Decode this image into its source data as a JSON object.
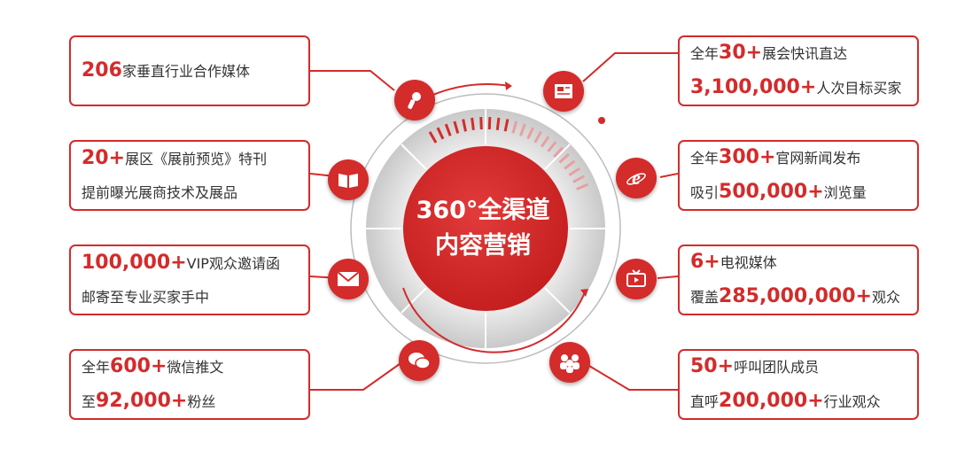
{
  "center": {
    "line1": "360°全渠道",
    "line2": "内容营销"
  },
  "left_items": [
    {
      "lines": [
        [
          {
            "t": "206",
            "b": true
          },
          {
            "t": "家垂直行业合作媒体",
            "b": false
          }
        ]
      ],
      "icon": "microphone-icon"
    },
    {
      "lines": [
        [
          {
            "t": "20+",
            "b": true
          },
          {
            "t": "展区《展前预览》特刊",
            "b": false
          }
        ],
        [
          {
            "t": "提前曝光展商技术及展品",
            "b": false
          }
        ]
      ],
      "icon": "open-book-icon"
    },
    {
      "lines": [
        [
          {
            "t": "100,000+",
            "b": true
          },
          {
            "t": "VIP观众邀请函",
            "b": false
          }
        ],
        [
          {
            "t": "邮寄至专业买家手中",
            "b": false
          }
        ]
      ],
      "icon": "envelope-icon"
    },
    {
      "lines": [
        [
          {
            "t": "全年",
            "b": false
          },
          {
            "t": "600+",
            "b": true
          },
          {
            "t": "微信推文",
            "b": false
          }
        ],
        [
          {
            "t": "至",
            "b": false
          },
          {
            "t": "92,000+",
            "b": true
          },
          {
            "t": "粉丝",
            "b": false
          }
        ]
      ],
      "icon": "wechat-icon"
    }
  ],
  "right_items": [
    {
      "lines": [
        [
          {
            "t": "全年",
            "b": false
          },
          {
            "t": "30+",
            "b": true
          },
          {
            "t": "展会快讯直达",
            "b": false
          }
        ],
        [
          {
            "t": "3,100,000+",
            "b": true
          },
          {
            "t": "人次目标买家",
            "b": false
          }
        ]
      ],
      "icon": "newspaper-icon"
    },
    {
      "lines": [
        [
          {
            "t": "全年",
            "b": false
          },
          {
            "t": "300+",
            "b": true
          },
          {
            "t": "官网新闻发布",
            "b": false
          }
        ],
        [
          {
            "t": "吸引",
            "b": false
          },
          {
            "t": "500,000+",
            "b": true
          },
          {
            "t": "浏览量",
            "b": false
          }
        ]
      ],
      "icon": "browser-e-icon"
    },
    {
      "lines": [
        [
          {
            "t": "6+",
            "b": true
          },
          {
            "t": "电视媒体",
            "b": false
          }
        ],
        [
          {
            "t": "覆盖",
            "b": false
          },
          {
            "t": "285,000,000+",
            "b": true
          },
          {
            "t": "观众",
            "b": false
          }
        ]
      ],
      "icon": "tv-icon"
    },
    {
      "lines": [
        [
          {
            "t": "50+",
            "b": true
          },
          {
            "t": "呼叫团队成员",
            "b": false
          }
        ],
        [
          {
            "t": "直呼",
            "b": false
          },
          {
            "t": "200,000+",
            "b": true
          },
          {
            "t": "行业观众",
            "b": false
          }
        ]
      ],
      "icon": "call-team-icon"
    }
  ],
  "colors": {
    "accent": "#d42b2b",
    "ring": "#d8d8d8"
  }
}
